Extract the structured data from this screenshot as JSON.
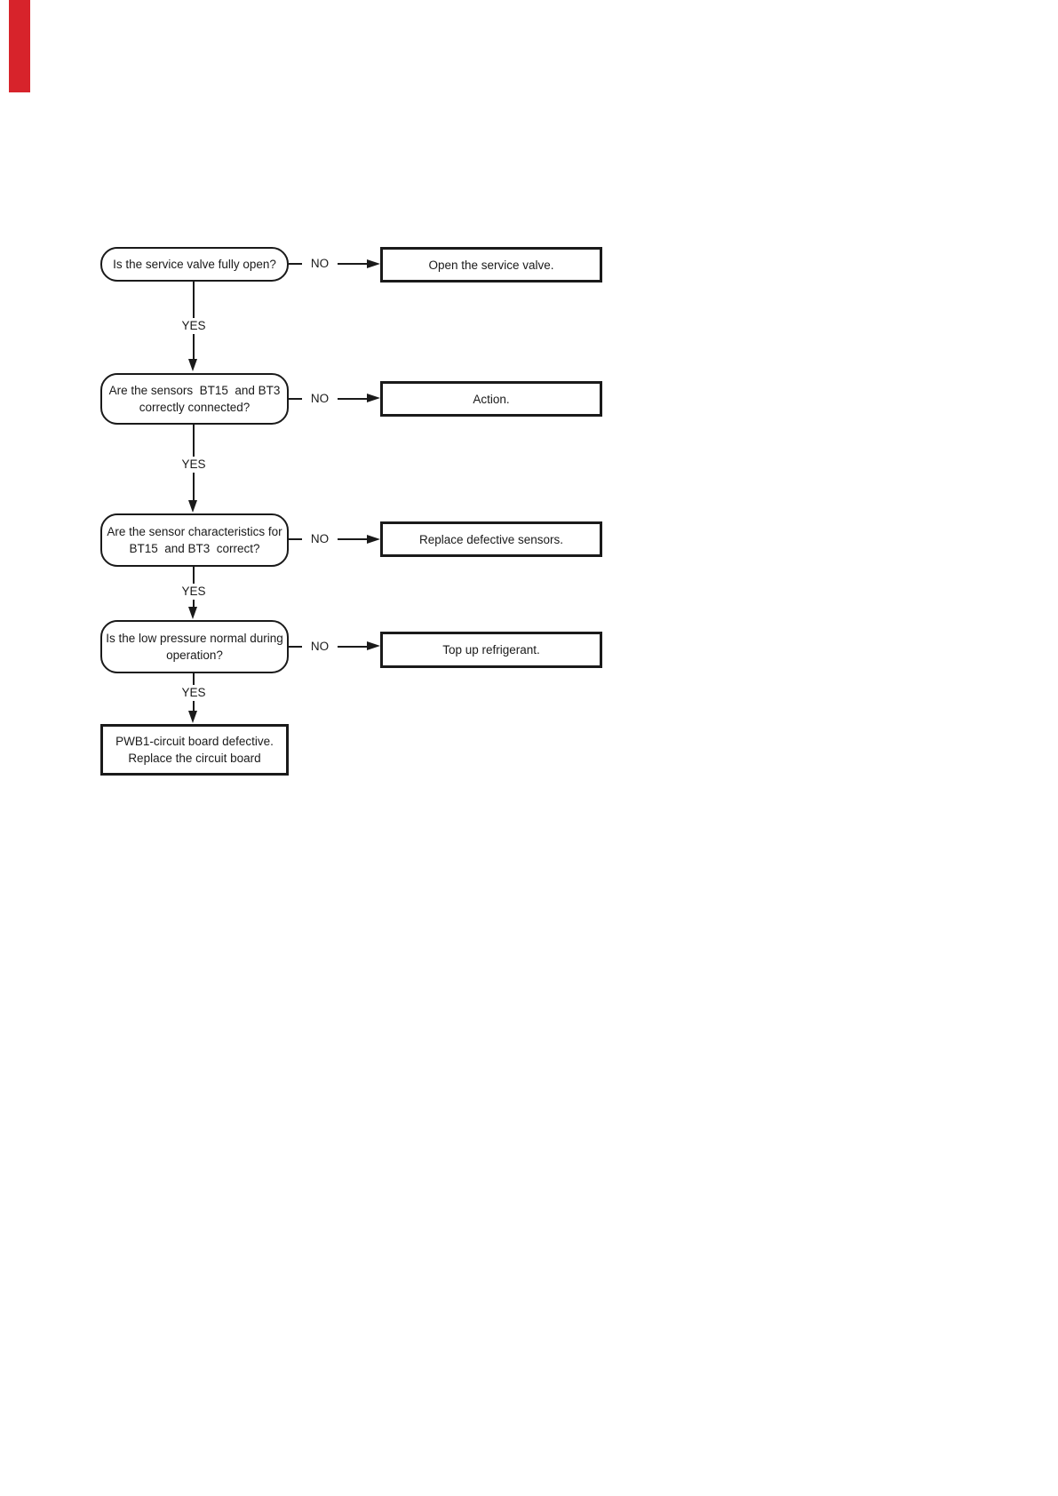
{
  "page": {
    "background_color": "#ffffff",
    "chapter_tab_color": "#d7232b",
    "line_color": "#1a1a1a"
  },
  "flowchart": {
    "yes_label": "YES",
    "no_label": "NO",
    "steps": [
      {
        "question": "Is the service valve fully open?",
        "action": "Open the service valve."
      },
      {
        "question": "Are the sensors  BT15  and BT3\ncorrectly connected?",
        "action": "Action."
      },
      {
        "question": "Are the sensor characteristics for\nBT15  and BT3  correct?",
        "action": "Replace defective sensors."
      },
      {
        "question": "Is the low pressure normal during\noperation?",
        "action": "Top up refrigerant."
      }
    ],
    "conclusion": "PWB1-circuit board defective.\nReplace the circuit board"
  }
}
